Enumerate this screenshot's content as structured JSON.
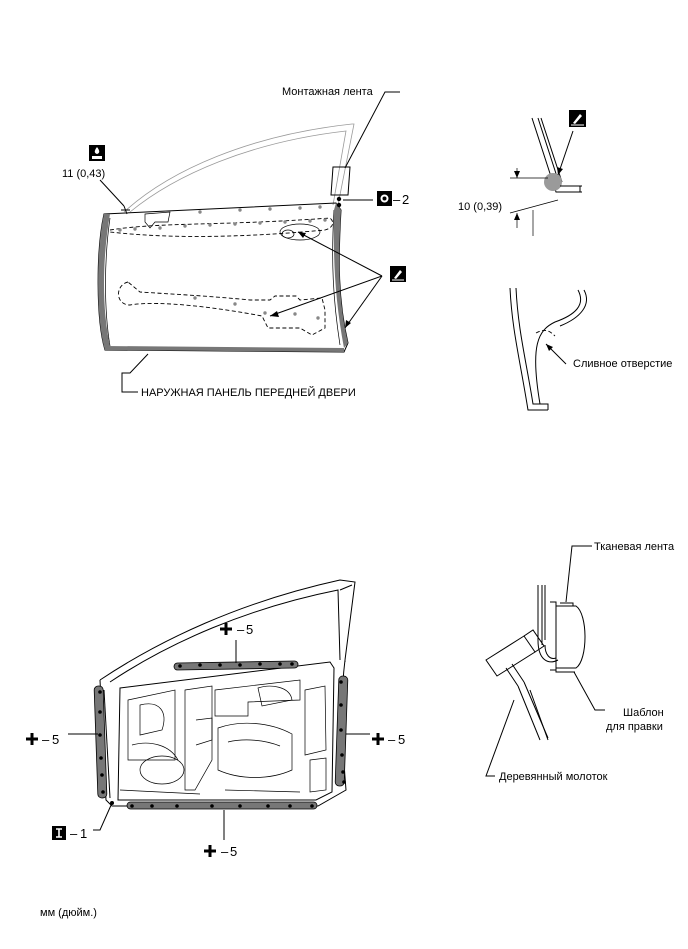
{
  "labels": {
    "mounting_tape": "Монтажная лента",
    "torque_top": "11 (0,43)",
    "callout_2": "2",
    "outer_panel": "НАРУЖНАЯ ПАНЕЛЬ ПЕРЕДНЕЙ ДВЕРИ",
    "dim_10": "10 (0,39)",
    "drain_hole": "Сливное отверстие",
    "fabric_tape": "Тканевая лента",
    "template_line1": "Шаблон",
    "template_line2": "для правки",
    "wooden_hammer": "Деревянный молоток",
    "callout_5": "5",
    "callout_1": "1",
    "units": "мм (дюйм.)"
  },
  "icons": [
    "sealant-icon",
    "adhesive-icon",
    "part-icon",
    "spot-weld-icon",
    "hem-icon"
  ],
  "colors": {
    "line": "#000000",
    "hatch": "#777777",
    "highlight": "#9a9a9a"
  }
}
